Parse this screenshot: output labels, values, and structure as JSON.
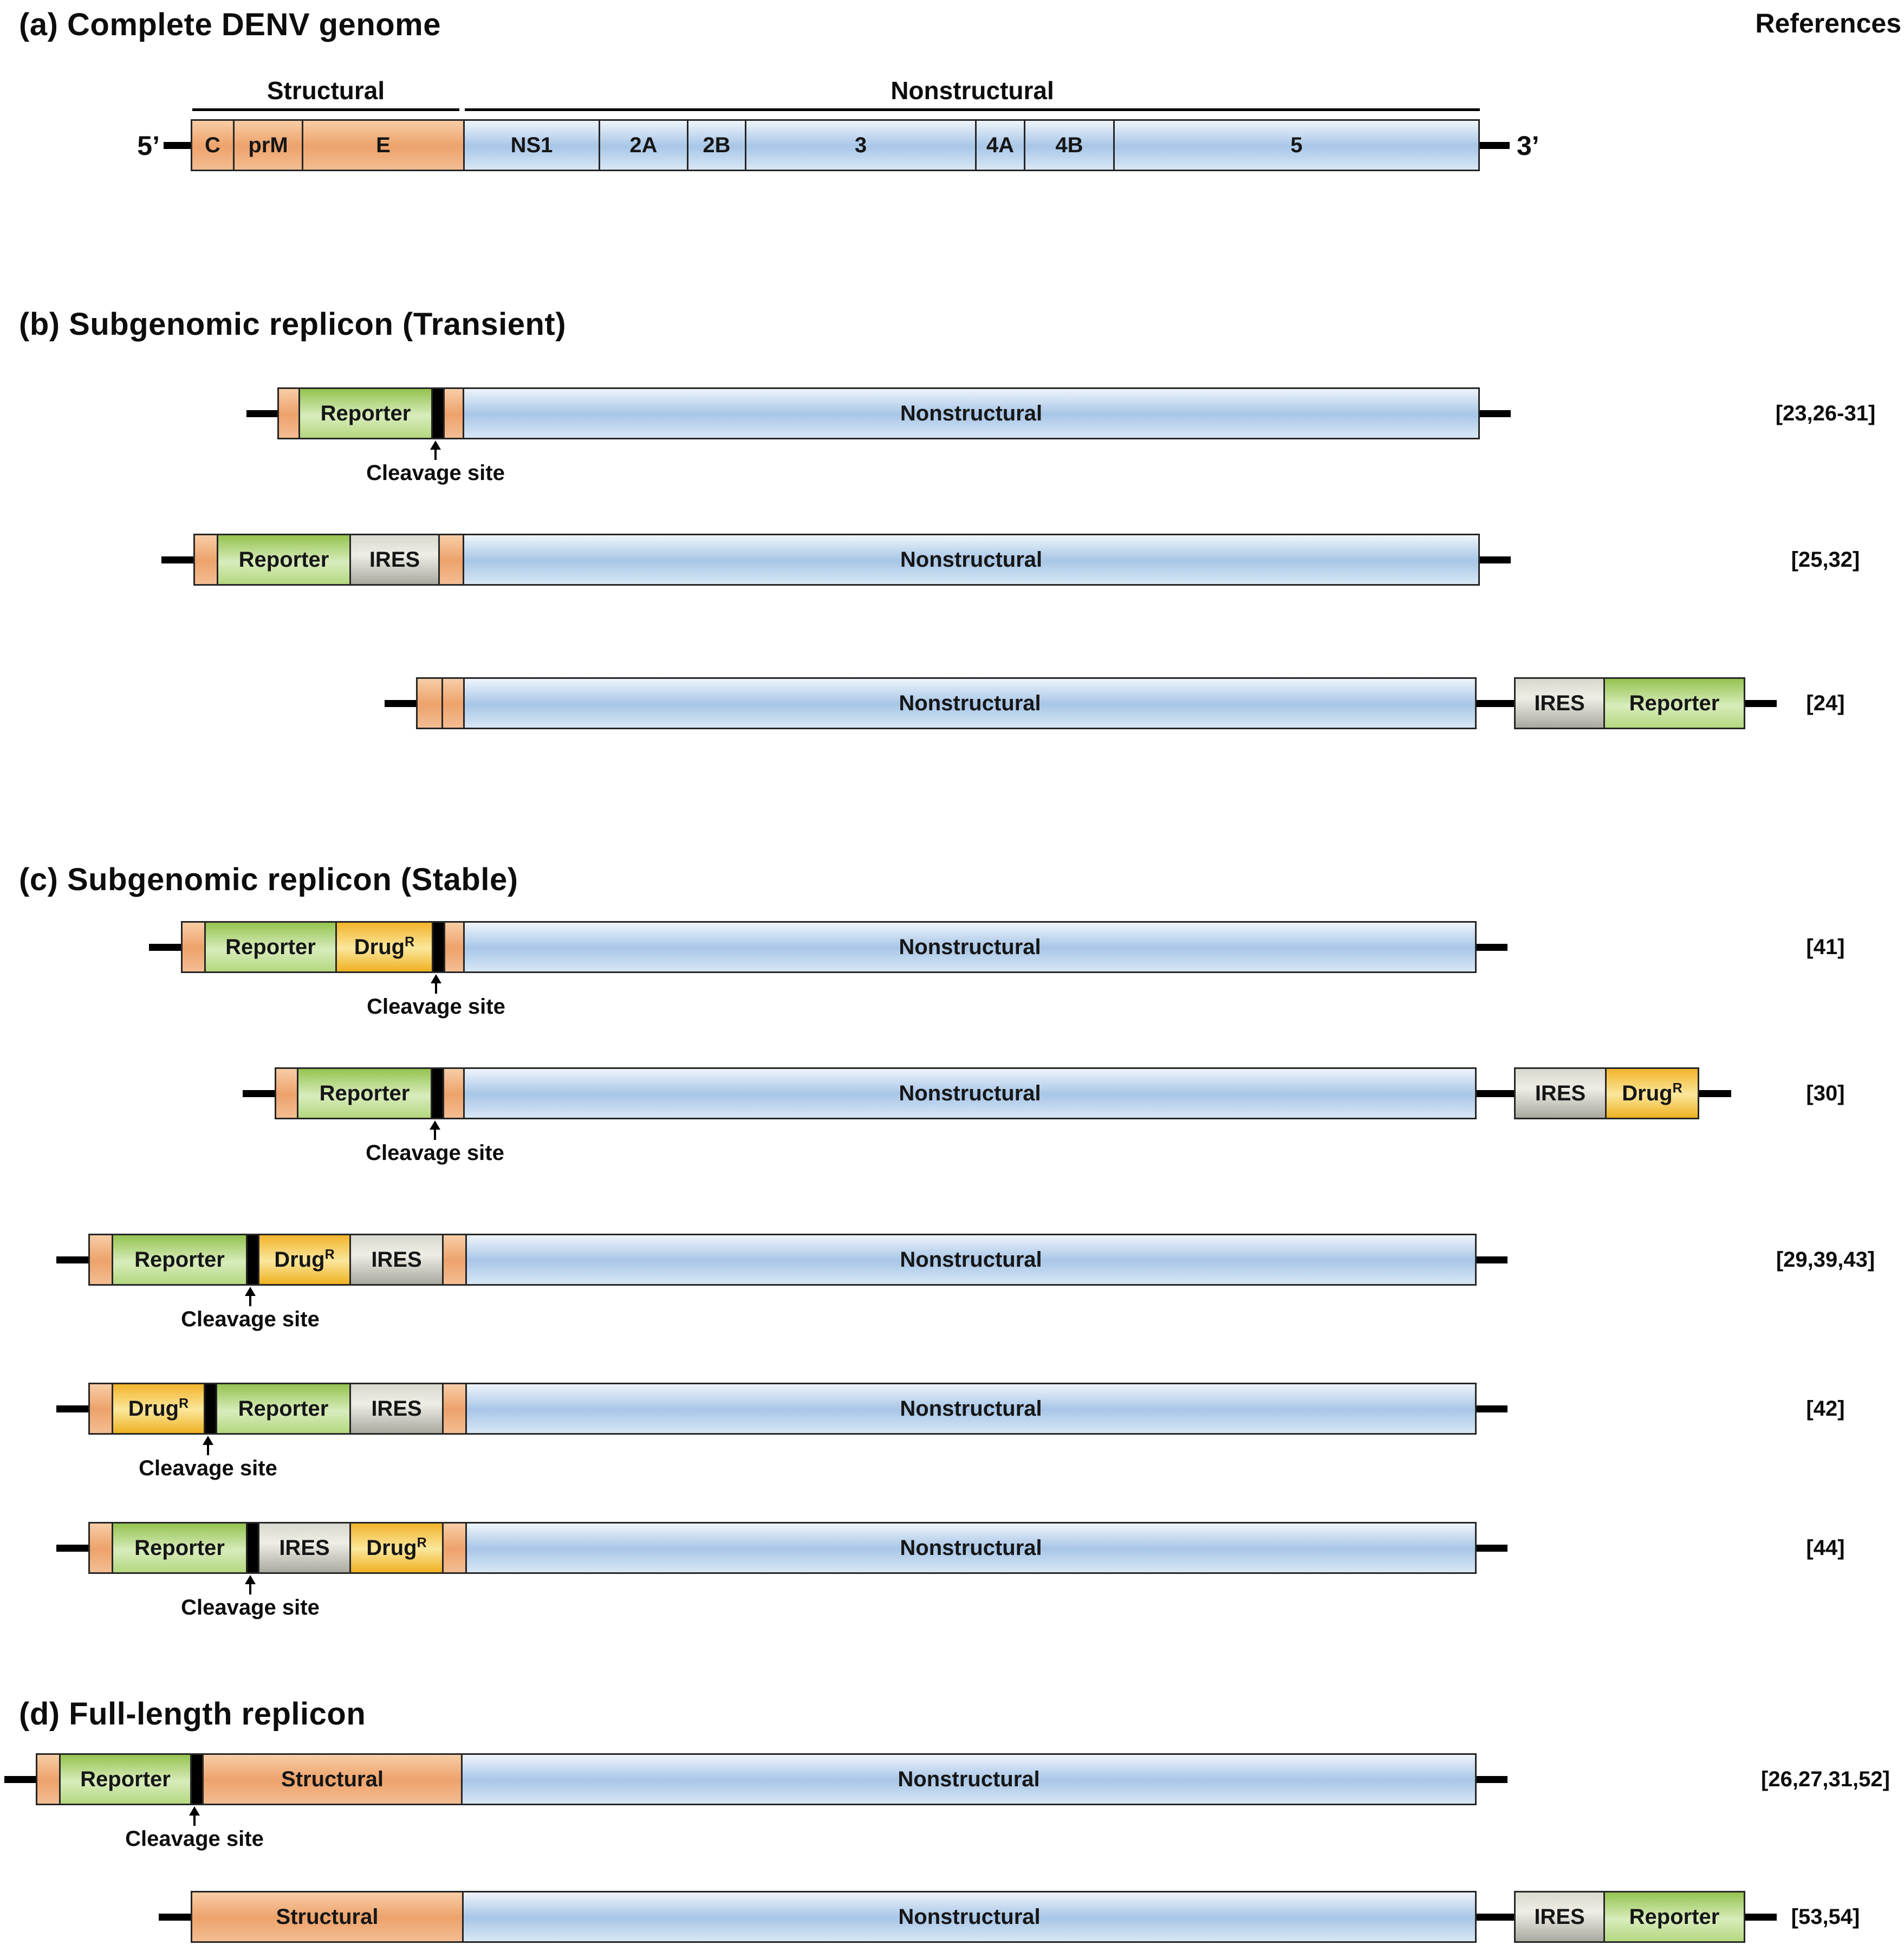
{
  "references_header": "References",
  "cleavage_label": "Cleavage site",
  "colors": {
    "structural_orange": "#efa76f",
    "nonstructural_blue": "#a9c7e7",
    "reporter_green": "#9cc75d",
    "ires_gray": "#c9c9bf",
    "drug_yellow": "#f2b32a",
    "cleavage_black": "#000000"
  },
  "panel_a": {
    "title": "(a) Complete DENV genome",
    "five_prime": "5’",
    "three_prime": "3’",
    "structural_group_label": "Structural",
    "nonstructural_group_label": "Nonstructural",
    "segments": [
      {
        "label": "C"
      },
      {
        "label": "prM"
      },
      {
        "label": "E"
      },
      {
        "label": "NS1"
      },
      {
        "label": "2A"
      },
      {
        "label": "2B"
      },
      {
        "label": "3"
      },
      {
        "label": "4A"
      },
      {
        "label": "4B"
      },
      {
        "label": "5"
      }
    ]
  },
  "panel_b": {
    "title": "(b) Subgenomic replicon (Transient)",
    "rows": {
      "b1": {
        "reporter": "Reporter",
        "nonstructural": "Nonstructural",
        "reference": "[23,26-31]"
      },
      "b2": {
        "reporter": "Reporter",
        "ires": "IRES",
        "nonstructural": "Nonstructural",
        "reference": "[25,32]"
      },
      "b3": {
        "nonstructural": "Nonstructural",
        "tail_ires": "IRES",
        "tail_reporter": "Reporter",
        "reference": "[24]"
      }
    }
  },
  "panel_c": {
    "title": "(c) Subgenomic replicon (Stable)",
    "rows": {
      "c1": {
        "reporter": "Reporter",
        "drug": "Drug",
        "drug_sup": "R",
        "nonstructural": "Nonstructural",
        "reference": "[41]"
      },
      "c2": {
        "reporter": "Reporter",
        "nonstructural": "Nonstructural",
        "tail_ires": "IRES",
        "tail_drug": "Drug",
        "tail_drug_sup": "R",
        "reference": "[30]"
      },
      "c3": {
        "reporter": "Reporter",
        "drug": "Drug",
        "drug_sup": "R",
        "ires": "IRES",
        "nonstructural": "Nonstructural",
        "reference": "[29,39,43]"
      },
      "c4": {
        "drug": "Drug",
        "drug_sup": "R",
        "reporter": "Reporter",
        "ires": "IRES",
        "nonstructural": "Nonstructural",
        "reference": "[42]"
      },
      "c5": {
        "reporter": "Reporter",
        "ires": "IRES",
        "drug": "Drug",
        "drug_sup": "R",
        "nonstructural": "Nonstructural",
        "reference": "[44]"
      }
    }
  },
  "panel_d": {
    "title": "(d) Full-length replicon",
    "rows": {
      "d1": {
        "reporter": "Reporter",
        "structural": "Structural",
        "nonstructural": "Nonstructural",
        "reference": "[26,27,31,52]"
      },
      "d2": {
        "structural": "Structural",
        "nonstructural": "Nonstructural",
        "tail_ires": "IRES",
        "tail_reporter": "Reporter",
        "reference": "[53,54]"
      }
    }
  }
}
